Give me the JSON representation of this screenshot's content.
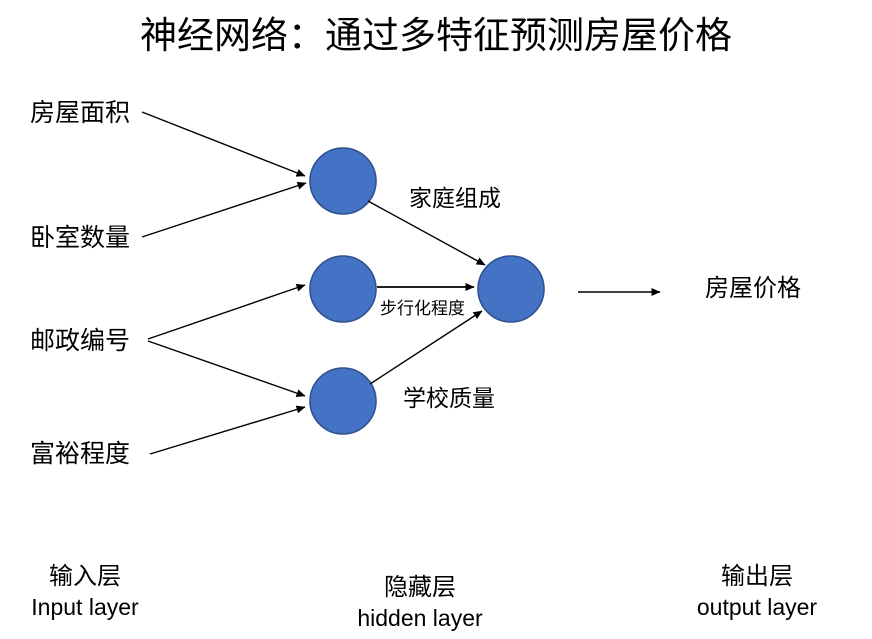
{
  "title": "神经网络：通过多特征预测房屋价格",
  "colors": {
    "node_fill": "#4472C4",
    "node_border": "#2F528F",
    "line": "#000000",
    "text": "#000000"
  },
  "nodes": {
    "inputs": [
      "房屋面积",
      "卧室数量",
      "邮政编号",
      "富裕程度"
    ],
    "hidden": [
      "家庭组成",
      "步行化程度",
      "学校质量"
    ],
    "output": "房屋价格"
  },
  "edges": [
    {
      "from": "input-house-area",
      "to": "hidden-node-1"
    },
    {
      "from": "input-bedroom-count",
      "to": "hidden-node-1"
    },
    {
      "from": "input-zip-code",
      "to": "hidden-node-2"
    },
    {
      "from": "input-zip-code",
      "to": "hidden-node-3"
    },
    {
      "from": "input-wealth-level",
      "to": "hidden-node-3"
    },
    {
      "from": "hidden-node-1",
      "to": "output-node"
    },
    {
      "from": "hidden-node-2",
      "to": "output-node"
    },
    {
      "from": "hidden-node-3",
      "to": "output-node"
    },
    {
      "from": "output-node",
      "to": "output-house-price"
    }
  ],
  "layers": {
    "input": {
      "zh": "输入层",
      "en": "Input layer"
    },
    "hidden": {
      "zh": "隐藏层",
      "en": "hidden layer"
    },
    "output": {
      "zh": "输出层",
      "en": "output layer"
    }
  }
}
